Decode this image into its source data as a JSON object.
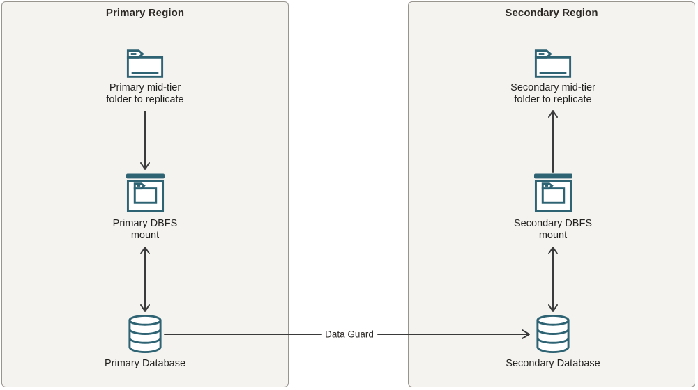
{
  "colors": {
    "icon_stroke": "#2e6373",
    "arrow": "#3a3a3a",
    "region_background": "#f4f3f0",
    "region_border": "#98948e",
    "title_text": "#2d2a26",
    "label_text": "#242220"
  },
  "icons": {
    "folder": "folder-icon",
    "dbfs_mount": "window-folder-icon",
    "database": "database-cylinder-icon"
  },
  "primary": {
    "title": "Primary Region",
    "folder_label_1": "Primary mid-tier",
    "folder_label_2": "folder to replicate",
    "dbfs_label_1": "Primary DBFS",
    "dbfs_label_2": "mount",
    "db_label": "Primary Database"
  },
  "secondary": {
    "title": "Secondary Region",
    "folder_label_1": "Secondary mid-tier",
    "folder_label_2": "folder to replicate",
    "dbfs_label_1": "Secondary DBFS",
    "dbfs_label_2": "mount",
    "db_label": "Secondary Database"
  },
  "connector": {
    "label": "Data Guard"
  },
  "arrows": {
    "primary_folder_to_dbfs": "down",
    "primary_dbfs_database": "bidirectional",
    "secondary_dbfs_to_folder": "up",
    "secondary_dbfs_database": "bidirectional",
    "primary_db_to_secondary_db": "right"
  }
}
